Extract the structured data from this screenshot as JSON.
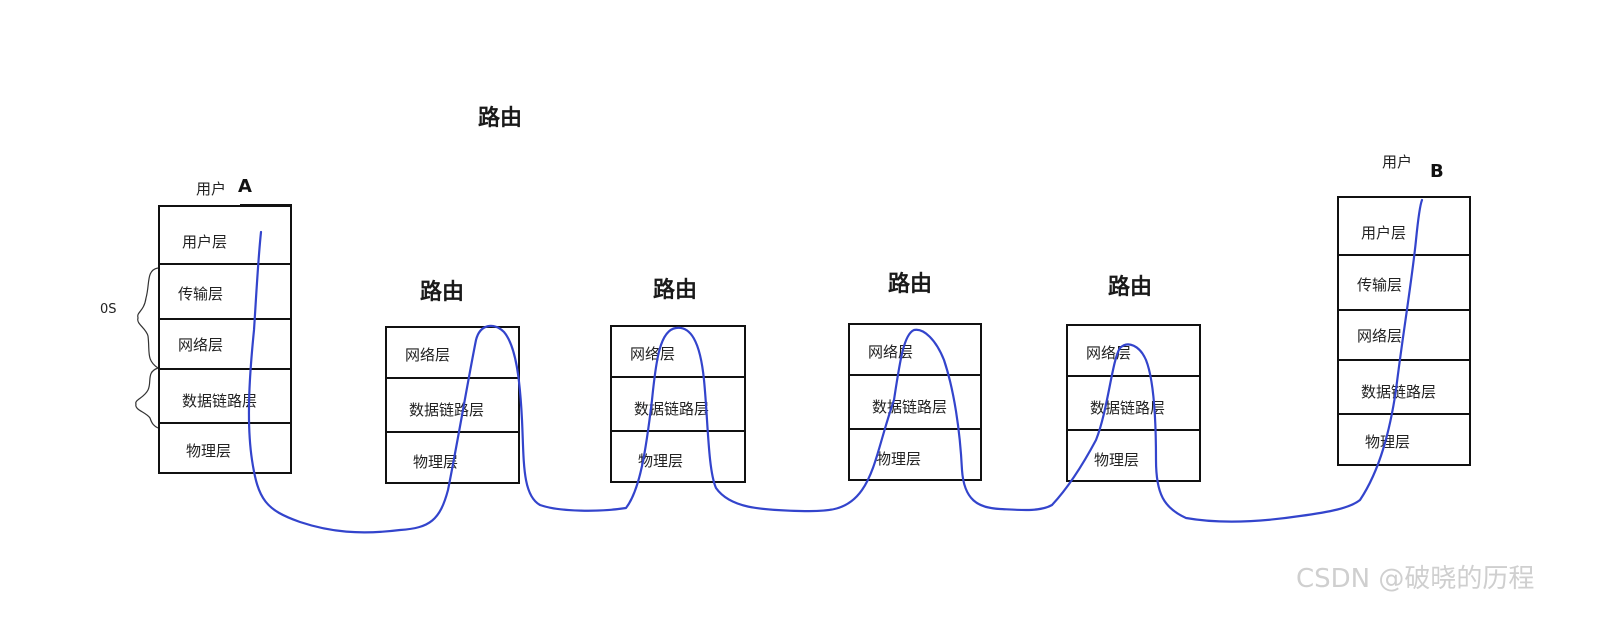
{
  "top_router_label": "路由",
  "host_a": {
    "user_label": "用户",
    "letter": "A",
    "os_label": "0S",
    "layers": [
      "用户层",
      "传输层",
      "网络层",
      "数据链路层",
      "物理层"
    ]
  },
  "routers": [
    {
      "title": "路由",
      "layers": [
        "网络层",
        "数据链路层",
        "物理层"
      ]
    },
    {
      "title": "路由",
      "layers": [
        "网络层",
        "数据链路层",
        "物理层"
      ]
    },
    {
      "title": "路由",
      "layers": [
        "网络层",
        "数据链路层",
        "物理层"
      ]
    },
    {
      "title": "路由",
      "layers": [
        "网络层",
        "数据链路层",
        "物理层"
      ]
    }
  ],
  "host_b": {
    "user_label": "用户",
    "letter": "B",
    "layers": [
      "用户层",
      "传输层",
      "网络层",
      "数据链路层",
      "物理层"
    ]
  },
  "watermark": "CSDN @破晓的历程",
  "colors": {
    "path": "#3344cc",
    "border": "#111111"
  }
}
